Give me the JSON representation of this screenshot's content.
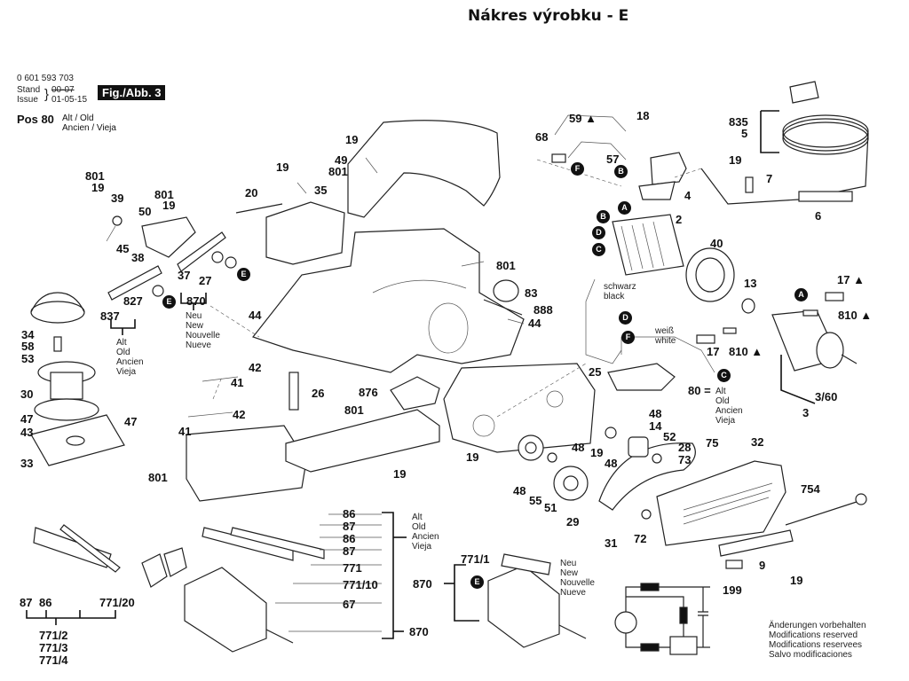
{
  "header": {
    "title": "Nákres výrobku - E",
    "part_number": "0 601 593 703",
    "stand_label": "Stand",
    "issue_label": "Issue",
    "stand_old_date": "00-07",
    "issue_date": "01-05-15",
    "figure": "Fig./Abb. 3",
    "pos_label": "Pos 80",
    "pos_note_line1": "Alt / Old",
    "pos_note_line2": "Ancien / Vieja"
  },
  "notes": {
    "old_multi": "Alt\nOld\nAncien\nVieja",
    "new_multi": "Neu\nNew\nNouvelle\nNueve",
    "schwarz": "schwarz\nblack",
    "weiss": "weiß\nwhite",
    "pos80_old": "Alt\nOld\nAncien\nVieja",
    "eq": "80 ="
  },
  "badges": [
    "A",
    "B",
    "C",
    "D",
    "E",
    "F"
  ],
  "labels": [
    {
      "id": "19a",
      "text": "19"
    },
    {
      "id": "49",
      "text": "49"
    },
    {
      "id": "801a",
      "text": "801"
    },
    {
      "id": "19b",
      "text": "19"
    },
    {
      "id": "20",
      "text": "20"
    },
    {
      "id": "35",
      "text": "35"
    },
    {
      "id": "801b",
      "text": "801"
    },
    {
      "id": "19c",
      "text": "19"
    },
    {
      "id": "39",
      "text": "39"
    },
    {
      "id": "801c",
      "text": "801"
    },
    {
      "id": "19d",
      "text": "19"
    },
    {
      "id": "50",
      "text": "50"
    },
    {
      "id": "45",
      "text": "45"
    },
    {
      "id": "38",
      "text": "38"
    },
    {
      "id": "37",
      "text": "37"
    },
    {
      "id": "27",
      "text": "27"
    },
    {
      "id": "870a",
      "text": "870"
    },
    {
      "id": "837",
      "text": "837"
    },
    {
      "id": "827",
      "text": "827"
    },
    {
      "id": "34",
      "text": "34"
    },
    {
      "id": "58",
      "text": "58"
    },
    {
      "id": "53",
      "text": "53"
    },
    {
      "id": "30",
      "text": "30"
    },
    {
      "id": "47a",
      "text": "47"
    },
    {
      "id": "47b",
      "text": "47"
    },
    {
      "id": "43",
      "text": "43"
    },
    {
      "id": "33",
      "text": "33"
    },
    {
      "id": "44a",
      "text": "44"
    },
    {
      "id": "44b",
      "text": "44"
    },
    {
      "id": "801d",
      "text": "801"
    },
    {
      "id": "83",
      "text": "83"
    },
    {
      "id": "888",
      "text": "888"
    },
    {
      "id": "42a",
      "text": "42"
    },
    {
      "id": "41a",
      "text": "41"
    },
    {
      "id": "42b",
      "text": "42"
    },
    {
      "id": "41b",
      "text": "41"
    },
    {
      "id": "26",
      "text": "26"
    },
    {
      "id": "801e",
      "text": "801"
    },
    {
      "id": "876",
      "text": "876"
    },
    {
      "id": "801f",
      "text": "801"
    },
    {
      "id": "19e",
      "text": "19"
    },
    {
      "id": "59",
      "text": "59 ▲"
    },
    {
      "id": "68",
      "text": "68"
    },
    {
      "id": "18",
      "text": "18"
    },
    {
      "id": "57",
      "text": "57"
    },
    {
      "id": "4",
      "text": "4"
    },
    {
      "id": "835",
      "text": "835"
    },
    {
      "id": "5",
      "text": "5"
    },
    {
      "id": "19f",
      "text": "19"
    },
    {
      "id": "7",
      "text": "7"
    },
    {
      "id": "6",
      "text": "6"
    },
    {
      "id": "2",
      "text": "2"
    },
    {
      "id": "40",
      "text": "40"
    },
    {
      "id": "13",
      "text": "13"
    },
    {
      "id": "17a",
      "text": "17 ▲"
    },
    {
      "id": "810a",
      "text": "810 ▲"
    },
    {
      "id": "17b",
      "text": "17"
    },
    {
      "id": "810b",
      "text": "810 ▲"
    },
    {
      "id": "25",
      "text": "25"
    },
    {
      "id": "3_60",
      "text": "3/60"
    },
    {
      "id": "3",
      "text": "3"
    },
    {
      "id": "48a",
      "text": "48"
    },
    {
      "id": "14",
      "text": "14"
    },
    {
      "id": "52",
      "text": "52"
    },
    {
      "id": "28",
      "text": "28"
    },
    {
      "id": "73",
      "text": "73"
    },
    {
      "id": "19g",
      "text": "19"
    },
    {
      "id": "48b",
      "text": "48"
    },
    {
      "id": "19h",
      "text": "19"
    },
    {
      "id": "48c",
      "text": "48"
    },
    {
      "id": "48d",
      "text": "48"
    },
    {
      "id": "55",
      "text": "55"
    },
    {
      "id": "51",
      "text": "51"
    },
    {
      "id": "29",
      "text": "29"
    },
    {
      "id": "31",
      "text": "31"
    },
    {
      "id": "72",
      "text": "72"
    },
    {
      "id": "75",
      "text": "75"
    },
    {
      "id": "32",
      "text": "32"
    },
    {
      "id": "754",
      "text": "754"
    },
    {
      "id": "9",
      "text": "9"
    },
    {
      "id": "19i",
      "text": "19"
    },
    {
      "id": "199",
      "text": "199"
    },
    {
      "id": "86a",
      "text": "86"
    },
    {
      "id": "87a",
      "text": "87"
    },
    {
      "id": "86b",
      "text": "86"
    },
    {
      "id": "87b",
      "text": "87"
    },
    {
      "id": "771",
      "text": "771"
    },
    {
      "id": "771_10",
      "text": "771/10"
    },
    {
      "id": "67",
      "text": "67"
    },
    {
      "id": "870b",
      "text": "870"
    },
    {
      "id": "870c",
      "text": "870"
    },
    {
      "id": "771_1",
      "text": "771/1"
    },
    {
      "id": "87c",
      "text": "87"
    },
    {
      "id": "86c",
      "text": "86"
    },
    {
      "id": "771_20",
      "text": "771/20"
    },
    {
      "id": "771_2",
      "text": "771/2"
    },
    {
      "id": "771_3",
      "text": "771/3"
    },
    {
      "id": "771_4",
      "text": "771/4"
    }
  ],
  "footer": {
    "line1": "Änderungen vorbehalten",
    "line2": "Modifications reserved",
    "line3": "Modifications reservees",
    "line4": "Salvo modificaciones"
  }
}
